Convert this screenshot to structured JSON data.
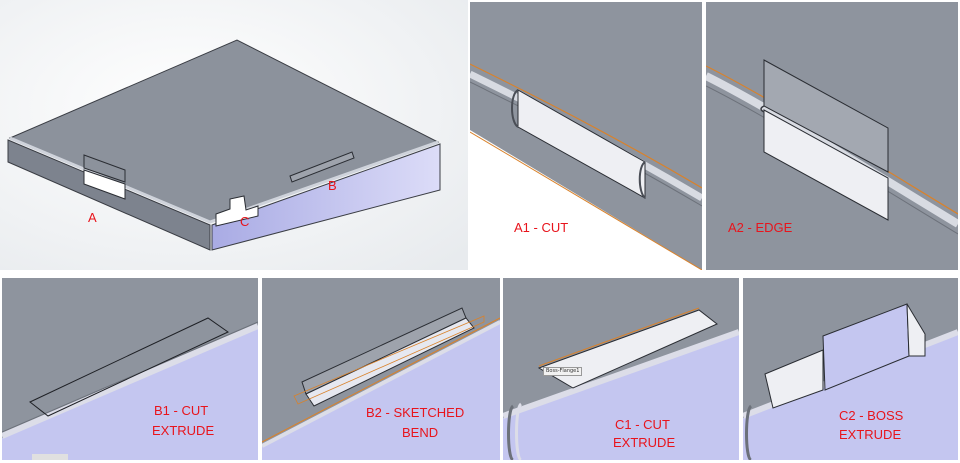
{
  "overview": {
    "label_a": "A",
    "label_b": "B",
    "label_c": "C"
  },
  "panels": {
    "a1": {
      "caption": "A1 - CUT"
    },
    "a2": {
      "caption": "A2 - EDGE"
    },
    "b1": {
      "caption_line1": "B1 - CUT",
      "caption_line2": "EXTRUDE"
    },
    "b2": {
      "caption_line1": "B2 - SKETCHED",
      "caption_line2": "BEND"
    },
    "c1": {
      "caption_line1": "C1 - CUT",
      "caption_line2": "EXTRUDE",
      "feature_tag": "Boss-Flange1"
    },
    "c2": {
      "caption_line1": "C2 - BOSS",
      "caption_line2": "EXTRUDE"
    }
  },
  "colors": {
    "label_red": "#e8141c",
    "sheet_metal_gray": "#8e949e",
    "side_face_lavender": "#c4c6f0",
    "edge_orange": "#d9822b"
  }
}
